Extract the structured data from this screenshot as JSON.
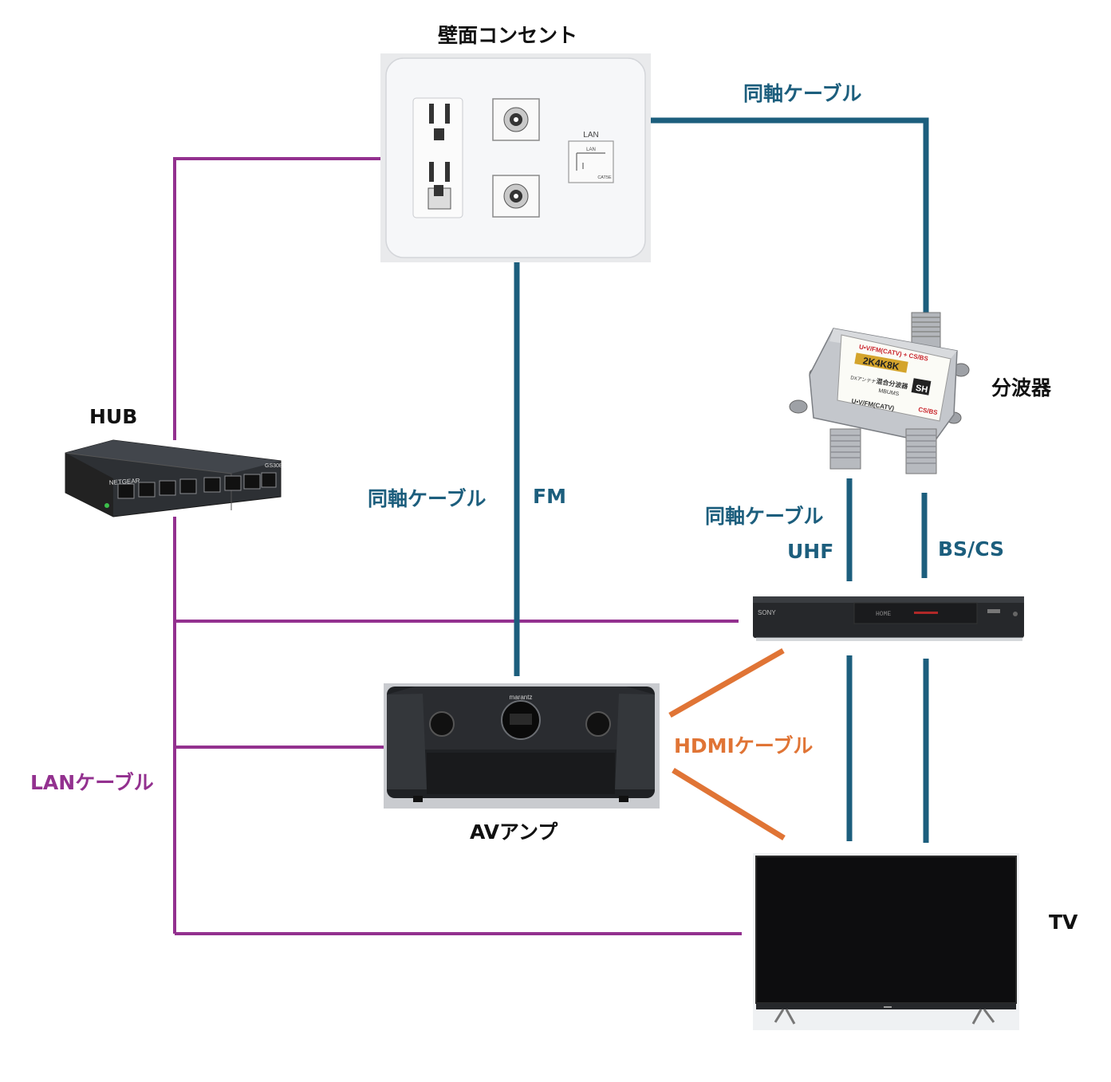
{
  "labels": {
    "wall_outlet": "壁面コンセント",
    "coax_top": "同軸ケーブル",
    "splitter": "分波器",
    "hub": "HUB",
    "coax_fm": "同軸ケーブル",
    "fm": "FM",
    "coax_splitter": "同軸ケーブル",
    "uhf": "UHF",
    "bscs": "BS/CS",
    "hdmi": "HDMIケーブル",
    "lan_cable": "LANケーブル",
    "av_amp": "AVアンプ",
    "tv": "TV"
  },
  "device_text": {
    "outlet_lan": "LAN",
    "outlet_lan_small": "LAN",
    "outlet_cat": "CAT5E",
    "hub_brand": "NETGEAR",
    "hub_model": "GS308",
    "recorder_brand": "SONY",
    "recorder_home": "HOME",
    "amp_brand": "marantz",
    "splitter_line1": "U•V/FM(CATV) + CS/BS",
    "splitter_line2": "2K4K8K",
    "splitter_line3": "混合分波器",
    "splitter_line4": "MBUMS",
    "splitter_sh": "SH",
    "splitter_line5": "U•V/FM(CATV)",
    "splitter_line6": "CS/BS",
    "splitter_brand": "DXアンテナ"
  },
  "colors": {
    "coax": "#1c5e7d",
    "lan": "#93318f",
    "hdmi": "#e07435",
    "text": "#111111"
  }
}
